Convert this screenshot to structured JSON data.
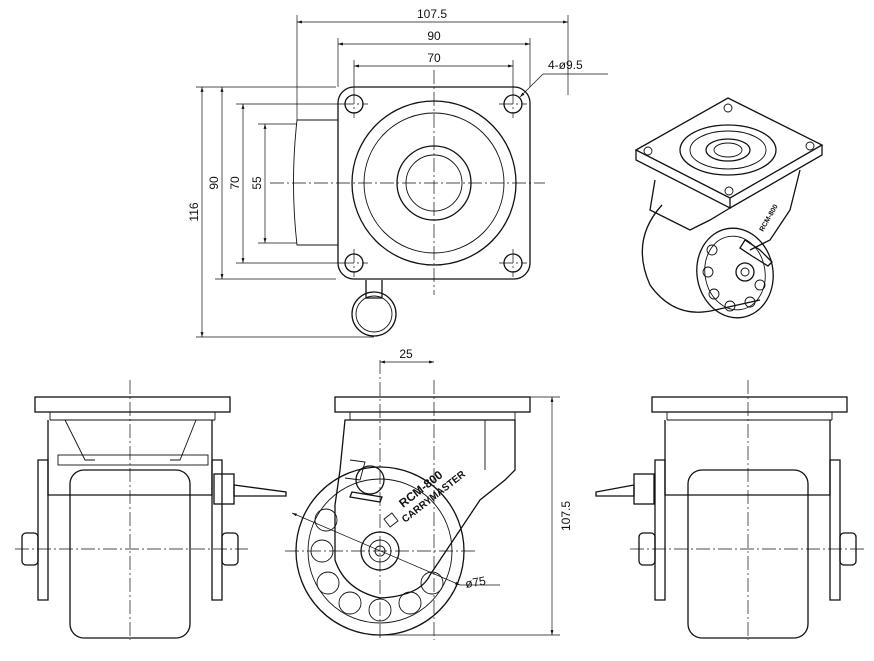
{
  "dimensions": {
    "top_overall_width": "107.5",
    "top_plate_width": "90",
    "top_hole_spacing_x": "70",
    "holes": "4-ø9.5",
    "left_overall_height": "116",
    "left_plate_height": "90",
    "left_hole_spacing_y": "70",
    "left_inner": "55",
    "offset": "25",
    "overall_height": "107.5",
    "wheel_diameter": "ø75"
  },
  "branding": {
    "model": "RCM-800",
    "brand": "CARRYMASTER",
    "iso_model": "RCM-800"
  },
  "icons": [
    "top-view-diagram",
    "isometric-view-diagram",
    "front-view-diagram",
    "side-view-diagram",
    "rear-view-diagram"
  ]
}
